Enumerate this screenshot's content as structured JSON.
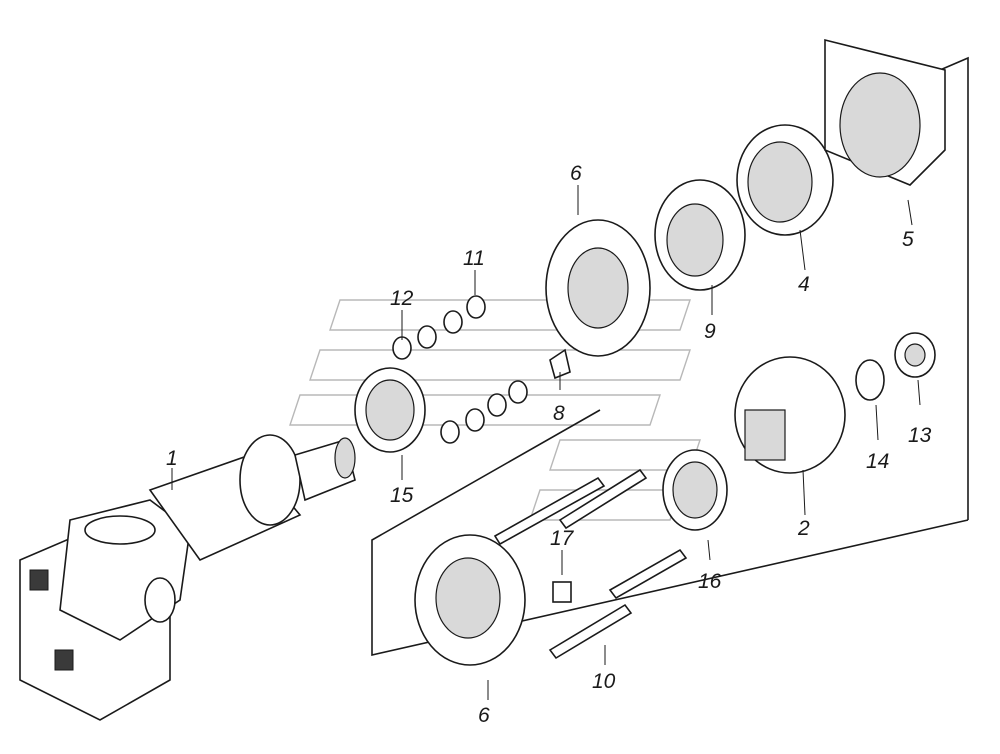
{
  "callouts": {
    "c1": "1",
    "c2": "2",
    "c4": "4",
    "c5": "5",
    "c6_top": "6",
    "c6_bottom": "6",
    "c8": "8",
    "c9": "9",
    "c10": "10",
    "c11": "11",
    "c12": "12",
    "c13": "13",
    "c14": "14",
    "c15": "15",
    "c16": "16",
    "c17": "17"
  },
  "colors": {
    "line": "#1a1a1a",
    "shade": "#d9d9d9",
    "background": "#ffffff"
  }
}
